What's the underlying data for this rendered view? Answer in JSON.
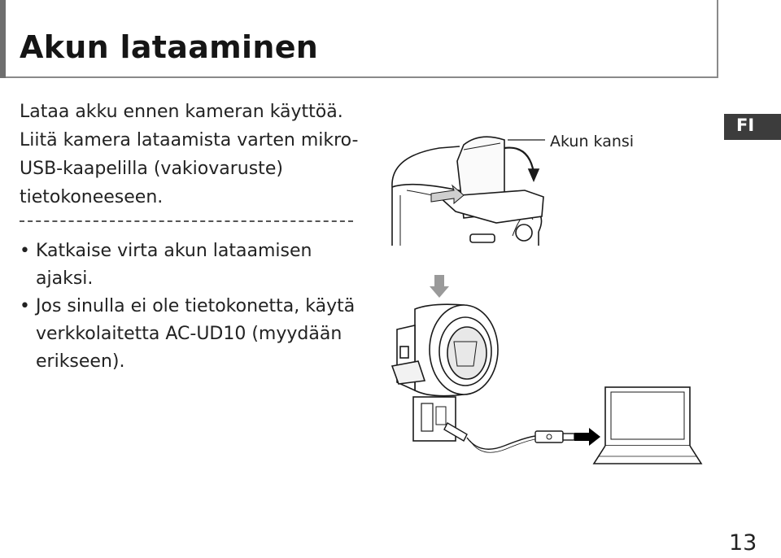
{
  "page": {
    "title": "Akun lataaminen",
    "intro": "Lataa akku ennen kameran käyttöä. Liitä kamera lataamista varten mikro-USB-kaapelilla (vakiovaruste) tietokoneeseen.",
    "notes": [
      "Katkaise virta akun lataamisen ajaksi.",
      "Jos sinulla ei ole tietokonetta, käytä verkkolaitetta AC-UD10 (myydään erikseen)."
    ],
    "bullet_symbol": "•",
    "language_tab": "FI",
    "callout_label": "Akun kansi",
    "page_number": "13"
  },
  "colors": {
    "language_tab_bg": "#3c3c3c",
    "title_bar": "#6e6e6e",
    "arrow_gray": "#9a9a9a",
    "arrow_black": "#000000"
  },
  "icons": [
    "camera-battery-cover-illustration",
    "down-arrow-icon",
    "camera-lens-illustration",
    "usb-cable-illustration",
    "right-arrow-icon",
    "laptop-icon"
  ]
}
